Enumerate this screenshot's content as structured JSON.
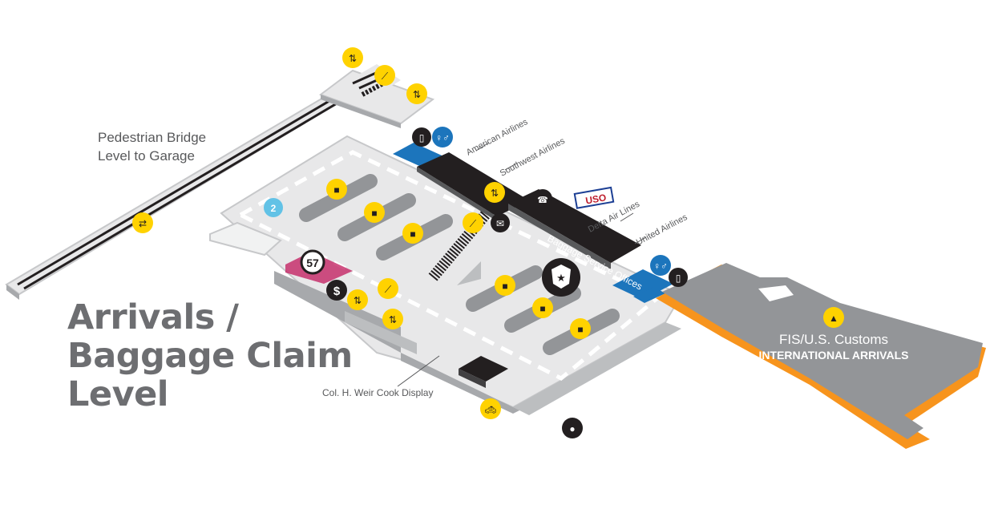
{
  "title": {
    "line1": "Arrivals /",
    "line2": "Baggage Claim",
    "line3": "Level"
  },
  "labels": {
    "pedestrian_bridge_line1": "Pedestrian Bridge",
    "pedestrian_bridge_line2": "Level to Garage",
    "american": "American Airlines",
    "southwest": "Southwest Airlines",
    "delta": "Delta Air Lines",
    "united": "United Airlines",
    "baggage_service": "Baggage Service Offices",
    "customs_line1": "FIS/U.S. Customs",
    "customs_line2": "INTERNATIONAL ARRIVALS",
    "weir_cook": "Col. H. Weir Cook Display",
    "uso": "USO",
    "gate_marker": "57",
    "zone_marker": "2"
  },
  "colors": {
    "floor": "#e8e8e9",
    "wall": "#c7c8ca",
    "dark_wall": "#808285",
    "counter": "#231f20",
    "airline_blue": "#1c75bc",
    "icon_yellow": "#ffd200",
    "customs_orange": "#f7941d",
    "customs_gray": "#939598",
    "marker_red": "#be1e2d",
    "zone_blue": "#62c2e6",
    "title_gray": "#6d6e71"
  },
  "icons": [
    "elevator-icon",
    "escalator-icon",
    "baggage-claim-icon",
    "restroom-icon",
    "phone-icon",
    "atm-icon",
    "police-icon",
    "mail-icon",
    "ground-transport-icon",
    "pet-relief-icon",
    "moving-walkway-icon",
    "customs-officer-icon",
    "info-kiosk-icon"
  ]
}
